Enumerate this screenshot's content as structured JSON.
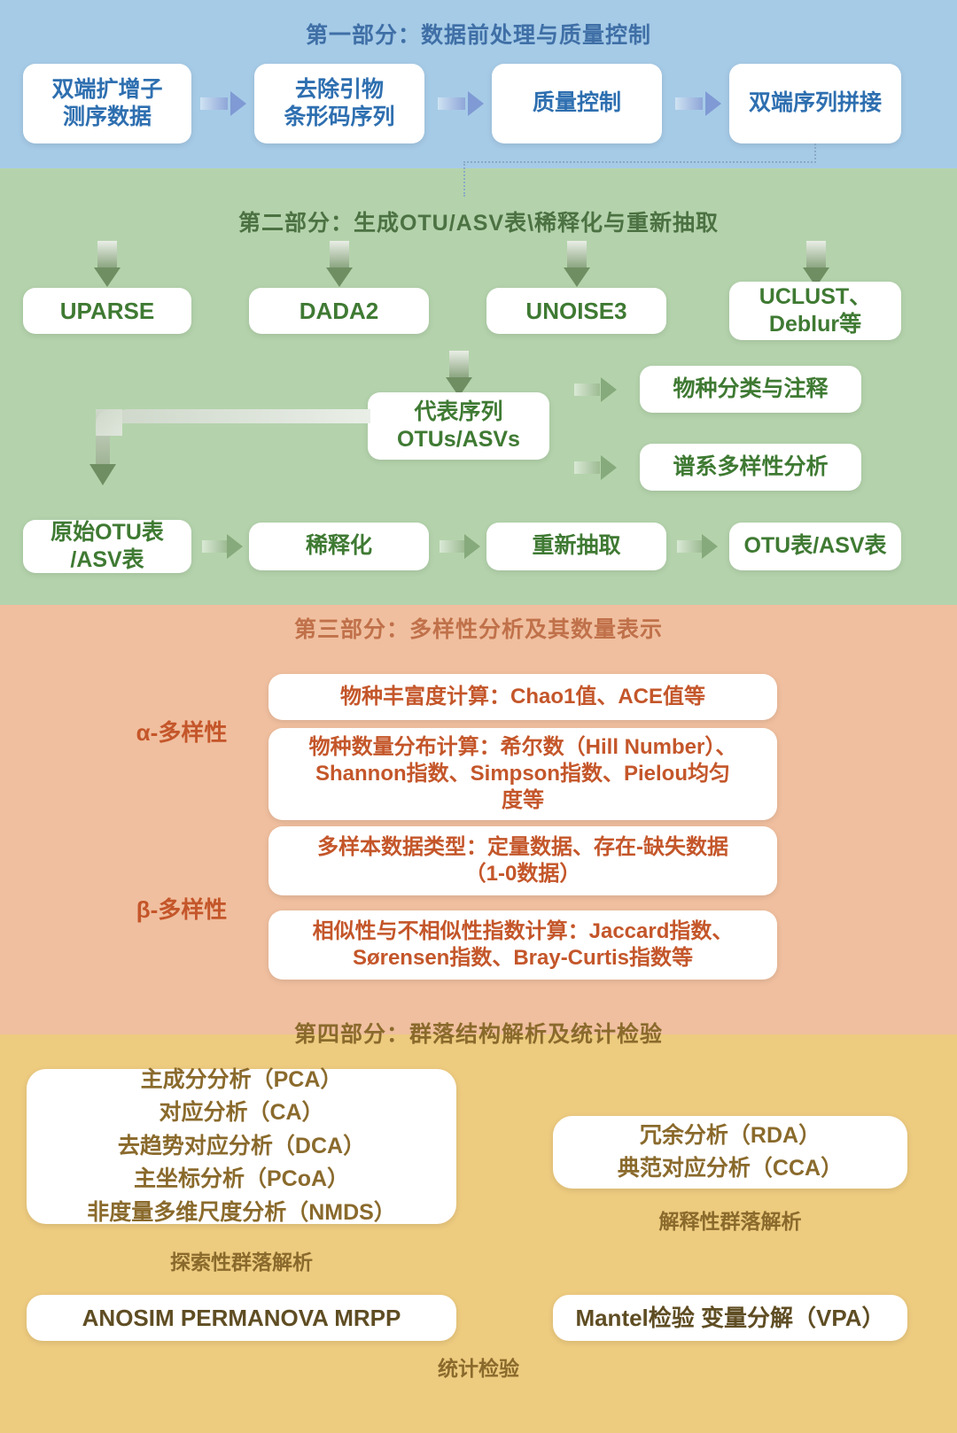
{
  "sections": {
    "one": {
      "title": "第一部分：数据前处理与质量控制",
      "color": "#a6cbe7",
      "boxes": [
        "双端扩增子\n测序数据",
        "去除引物\n条形码序列",
        "质量控制",
        "双端序列拼接"
      ],
      "box_lines": [
        [
          "双端扩增子",
          "测序数据"
        ],
        [
          "去除引物",
          "条形码序列"
        ],
        [
          "质量控制"
        ],
        [
          "双端序列拼接"
        ]
      ]
    },
    "two": {
      "title": "第二部分：生成OTU/ASV表\\稀释化与重新抽取",
      "color": "#b4d3ac",
      "methods": [
        "UPARSE",
        "DADA2",
        "UNOISE3"
      ],
      "method_last_lines": [
        "UCLUST、",
        "Deblur等"
      ],
      "representative": [
        "代表序列",
        "OTUs/ASVs"
      ],
      "branches": [
        "物种分类与注释",
        "谱系多样性分析"
      ],
      "pipeline": [
        [
          "原始OTU表",
          "/ASV表"
        ],
        [
          "稀释化"
        ],
        [
          "重新抽取"
        ],
        [
          "OTU表/ASV表"
        ]
      ]
    },
    "three": {
      "title": "第三部分：多样性分析及其数量表示",
      "color": "#f0bf9f",
      "alpha_label": "α-多样性",
      "beta_label": "β-多样性",
      "items": [
        {
          "lines": [
            "物种丰富度计算：Chao1值、ACE值等"
          ]
        },
        {
          "lines": [
            "物种数量分布计算：希尔数（Hill Number）、",
            "Shannon指数、Simpson指数、Pielou均匀",
            "度等"
          ]
        },
        {
          "lines": [
            "多样本数据类型：定量数据、存在-缺失数据",
            "（1-0数据）"
          ]
        },
        {
          "lines": [
            "相似性与不相似性指数计算：Jaccard指数、",
            "Sørensen指数、Bray-Curtis指数等"
          ]
        }
      ]
    },
    "four": {
      "title": "第四部分：群落结构解析及统计检验",
      "color": "#edcb7f",
      "exploratory_box": [
        "主成分分析（PCA）",
        "对应分析（CA）",
        "去趋势对应分析（DCA）",
        "主坐标分析（PCoA）",
        "非度量多维尺度分析（NMDS）"
      ],
      "exploratory_caption": "探索性群落解析",
      "explanatory_box": [
        "冗余分析（RDA）",
        "典范对应分析（CCA）"
      ],
      "explanatory_caption": "解释性群落解析",
      "stat_left": "ANOSIM    PERMANOVA    MRPP",
      "stat_right": "Mantel检验    变量分解（VPA）",
      "stat_caption": "统计检验"
    }
  }
}
